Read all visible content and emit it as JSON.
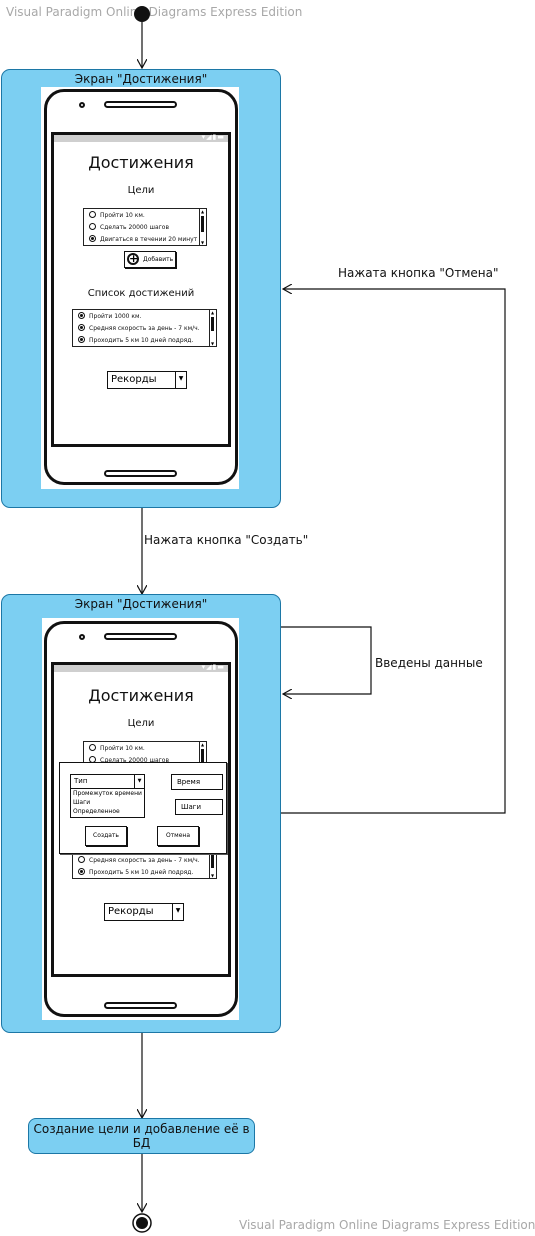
{
  "watermark_top": "Visual Paradigm Online Diagrams Express Edition",
  "watermark_bottom": "Visual Paradigm Online Diagrams Express Edition",
  "state1": {
    "title": "Экран \"Достижения\"",
    "screen": {
      "title": "Достижения",
      "goals_label": "Цели",
      "goals": [
        {
          "text": "Пройти 10 км.",
          "checked": false
        },
        {
          "text": "Сделать 20000 шагов",
          "checked": false
        },
        {
          "text": "Двигаться в течении 20 минут",
          "checked": true
        }
      ],
      "add_button": "Добавить",
      "achievements_label": "Список достижений",
      "achievements": [
        {
          "text": "Пройти 1000 км.",
          "checked": true
        },
        {
          "text": "Средняя скорость за день - 7 км/ч.",
          "checked": true
        },
        {
          "text": "Проходить 5 км 10 дней подряд.",
          "checked": true
        }
      ],
      "dropdown_value": "Рекорды"
    }
  },
  "state2": {
    "title": "Экран \"Достижения\"",
    "screen": {
      "title": "Достижения",
      "goals_label": "Цели",
      "goals": [
        {
          "text": "Пройти 10 км.",
          "checked": false
        },
        {
          "text": "Сделать 20000 шагов",
          "checked": false
        }
      ],
      "achievements": [
        {
          "text": "Средняя скорость за день - 7 км/ч.",
          "checked": false
        },
        {
          "text": "Проходить 5 км 10 дней подряд.",
          "checked": true
        }
      ],
      "dropdown_value": "Рекорды",
      "dialog": {
        "type_select": "Тип",
        "type_options": [
          "Промежуток времени",
          "Шаги",
          "Определенное"
        ],
        "time_field": "Время",
        "steps_field": "Шаги",
        "create_button": "Создать",
        "cancel_button": "Отмена"
      }
    }
  },
  "edges": {
    "create_pressed": "Нажата кнопка \"Создать\"",
    "cancel_pressed": "Нажата кнопка \"Отмена\"",
    "data_entered": "Введены данные"
  },
  "action": {
    "label": "Создание цели и добавление её в БД"
  },
  "colors": {
    "state_fill": "#7ccff2",
    "state_border": "#1c77a6"
  }
}
